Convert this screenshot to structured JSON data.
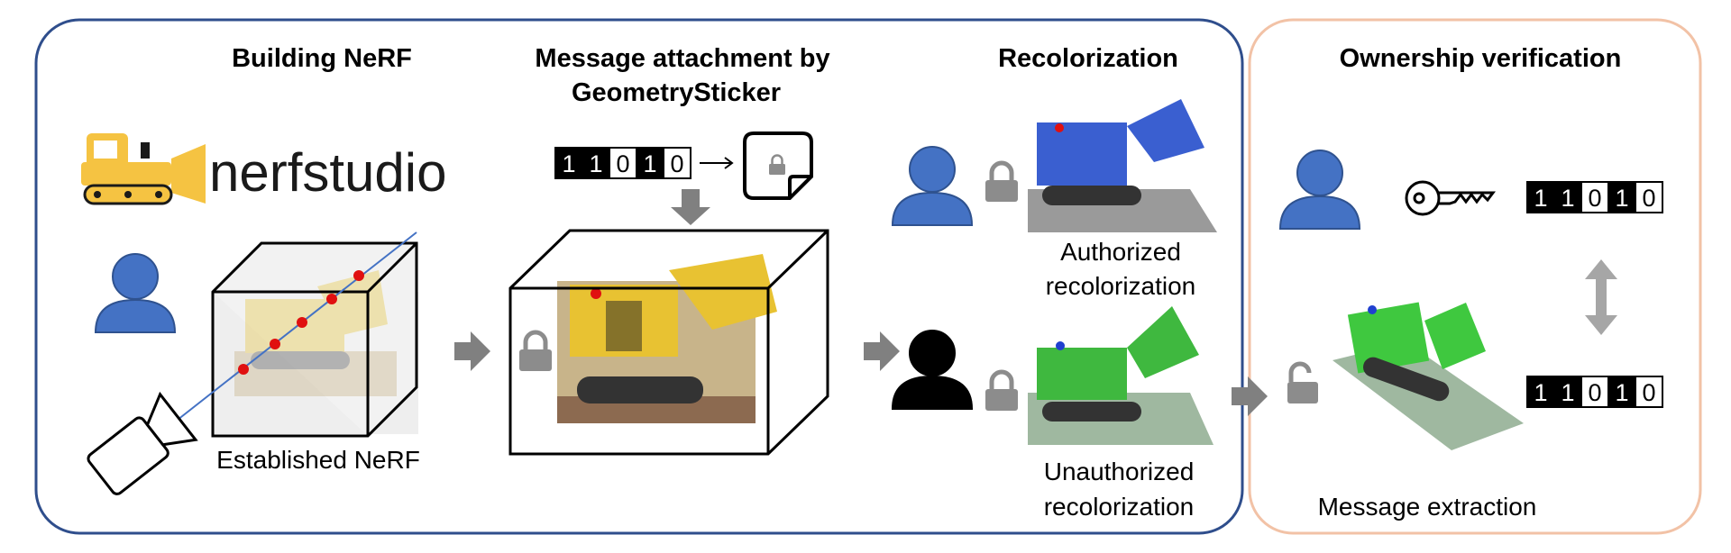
{
  "stages": {
    "building": {
      "title": "Building NeRF",
      "caption": "Established NeRF"
    },
    "attachment": {
      "title_line1": "Message attachment by",
      "title_line2": "GeometrySticker"
    },
    "recolor": {
      "title": "Recolorization",
      "authorized_line1": "Authorized",
      "authorized_line2": "recolorization",
      "unauthorized_line1": "Unauthorized",
      "unauthorized_line2": "recolorization"
    },
    "ownership": {
      "title": "Ownership verification",
      "caption": "Message extraction"
    }
  },
  "logo": {
    "text": "nerfstudio"
  },
  "message_bits": [
    "1",
    "1",
    "0",
    "1",
    "0"
  ],
  "colors": {
    "left_border": "#2f4e8c",
    "right_border": "#f2c2a6",
    "user_blue": "#4472c4",
    "logo_yellow": "#f5c342",
    "arrow_gray": "#808080",
    "ray_red": "#e01010"
  },
  "icons": [
    "user-icon",
    "camera-icon",
    "lock-icon",
    "unlock-icon",
    "key-icon",
    "sticker-lock-icon",
    "arrow-icon",
    "double-arrow-icon",
    "bulldozer-icon"
  ]
}
